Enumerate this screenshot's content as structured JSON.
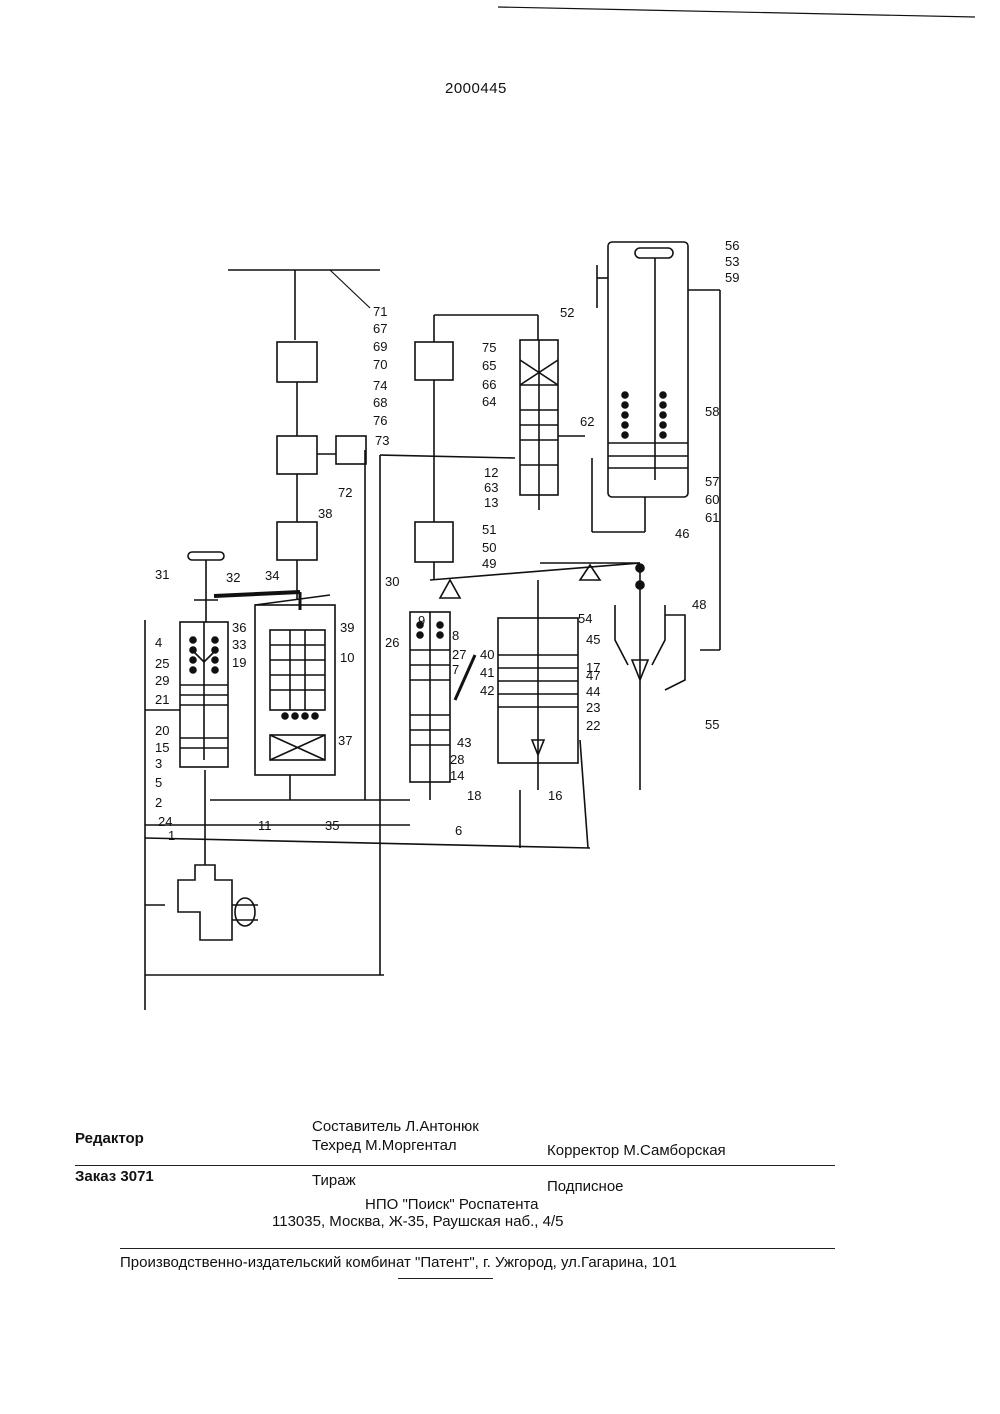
{
  "header": {
    "patent_number": "2000445"
  },
  "drawing": {
    "labels": [
      "1",
      "2",
      "3",
      "4",
      "5",
      "6",
      "7",
      "8",
      "9",
      "10",
      "11",
      "12",
      "13",
      "14",
      "15",
      "16",
      "17",
      "18",
      "19",
      "20",
      "21",
      "22",
      "23",
      "24",
      "25",
      "26",
      "27",
      "28",
      "29",
      "30",
      "31",
      "32",
      "33",
      "34",
      "35",
      "36",
      "37",
      "38",
      "39",
      "40",
      "41",
      "42",
      "43",
      "44",
      "45",
      "46",
      "47",
      "48",
      "49",
      "50",
      "51",
      "52",
      "53",
      "54",
      "55",
      "56",
      "57",
      "58",
      "59",
      "60",
      "61",
      "62",
      "63",
      "64",
      "65",
      "66",
      "67",
      "68",
      "69",
      "70",
      "71",
      "72",
      "73",
      "74",
      "75",
      "76"
    ]
  },
  "footer": {
    "editor_label": "Редактор",
    "compiler": "Составитель  Л.Антонюк",
    "techred": "Техред М.Моргентал",
    "corrector": "Корректор  М.Самборская",
    "order": "Заказ 3071",
    "circulation": "Тираж",
    "subscription": "Подписное",
    "org": "НПО \"Поиск\" Роспатента",
    "address": "113035, Москва, Ж-35, Раушская наб., 4/5",
    "printer": "Производственно-издательский комбинат \"Патент\", г. Ужгород, ул.Гагарина, 101"
  }
}
